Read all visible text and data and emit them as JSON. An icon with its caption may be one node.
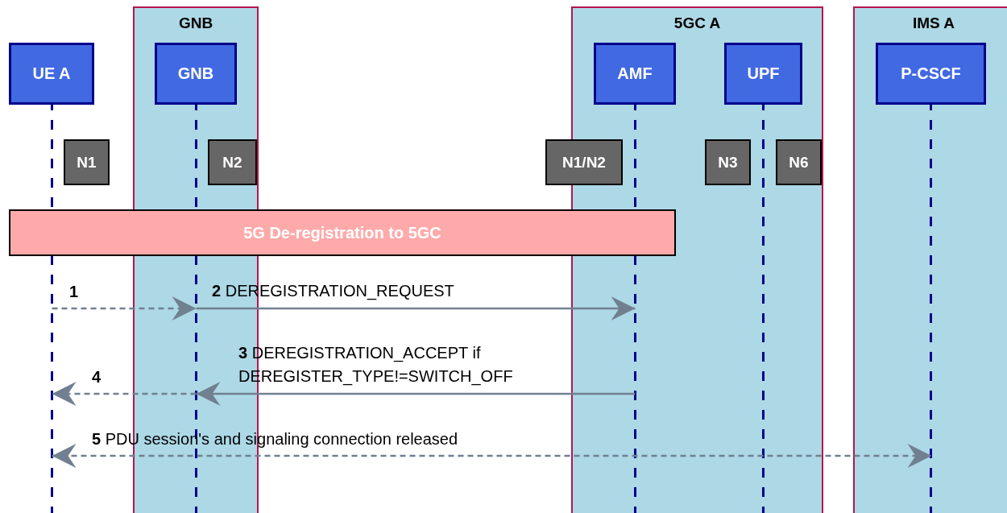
{
  "diagram": {
    "nodes": [
      {
        "text": [
          "GNB"
        ]
      },
      {
        "text": [
          "5GC A"
        ]
      },
      {
        "text": [
          "IMS A"
        ]
      },
      {
        "text": [
          "UE A"
        ]
      },
      {
        "text": [
          "GNB"
        ],
        "in": 0
      },
      {
        "text": [
          "AMF"
        ],
        "in": 1
      },
      {
        "text": [
          "UPF"
        ],
        "in": 1
      },
      {
        "text": [
          "P-CSCF"
        ],
        "in": 2
      },
      {
        "text": [
          "N1"
        ]
      },
      {
        "text": [
          "N2"
        ],
        "in": 0
      },
      {
        "text": [
          "N1/N2"
        ]
      },
      {
        "text": [
          "N3"
        ],
        "in": 1
      },
      {
        "text": [
          "N6"
        ],
        "in": 1
      },
      {
        "text": [
          "5G De-registration to 5GC"
        ]
      }
    ],
    "edges": [
      {
        "from": 3,
        "to": 4,
        "arrow": "to",
        "label": "**1**",
        "style": "dashed"
      },
      {
        "from": 4,
        "to": 5,
        "arrow": "to",
        "label": "**2** DEREGISTRATION_REQUEST"
      },
      {
        "from": 5,
        "to": 4,
        "arrow": "to",
        "label": "**3** DEREGISTRATION_ACCEPT if DEREGISTER_TYPE!=SWITCH_OFF"
      },
      {
        "from": 4,
        "to": 3,
        "arrow": "to",
        "label": "**4**",
        "style": "dashed"
      },
      {
        "from": 3,
        "to": 7,
        "arrow": "both",
        "label": "**5** PDU session's and signaling connection released",
        "style": "dashed"
      }
    ]
  }
}
